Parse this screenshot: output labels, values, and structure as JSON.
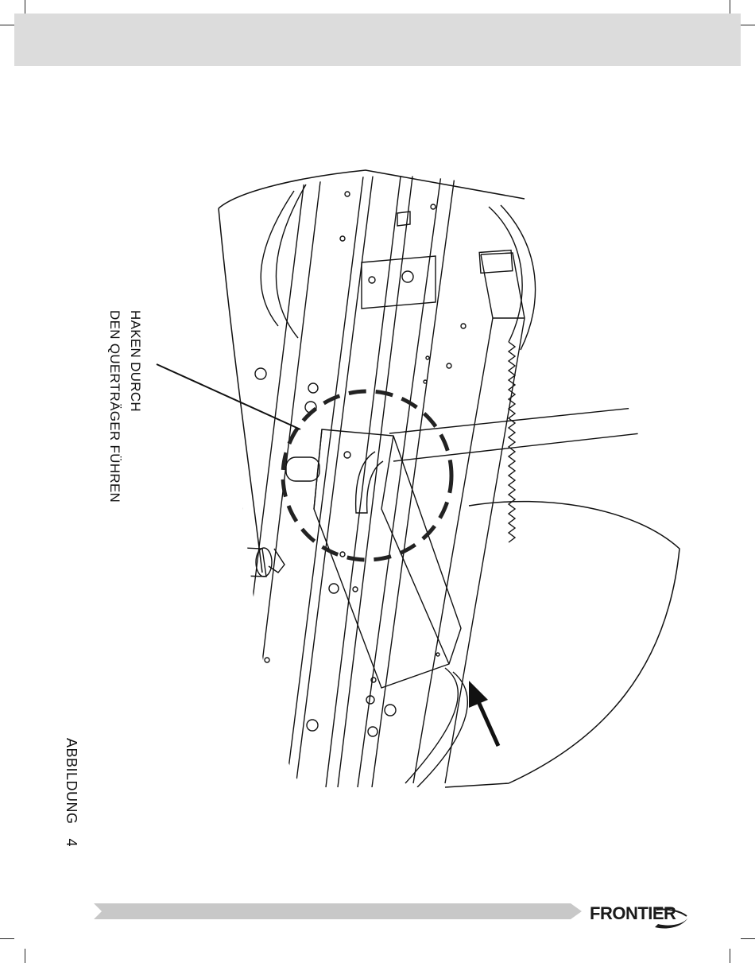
{
  "callout": {
    "line1": "HAKEN DURCH",
    "line2": "DEN QUERTRÄGER FÜHREN"
  },
  "figure": {
    "label": "ABBILDUNG",
    "number": "4"
  },
  "brand": {
    "name": "FRONTIER"
  },
  "colors": {
    "header_bar": "#dcdcdc",
    "footer_bar": "#c8c8c8",
    "ink": "#111111"
  }
}
